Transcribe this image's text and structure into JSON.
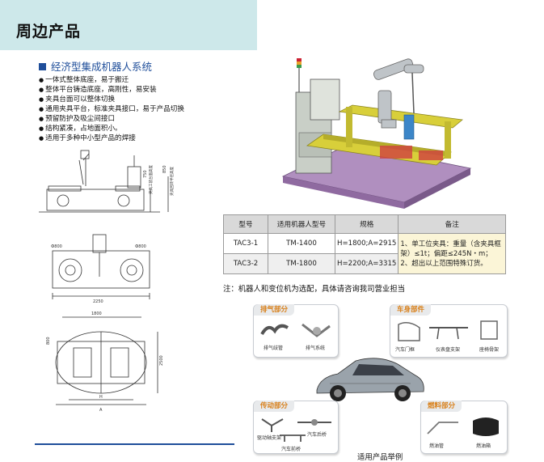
{
  "page": {
    "title": "周边产品"
  },
  "section": {
    "title": "经济型集成机器人系统"
  },
  "features": [
    "一体式整体底座，易于搬迁",
    "整体平台铸造底座，高刚性，易安装",
    "夹具台面可以整体切换",
    "通用夹具平台，标准夹具接口，易于产品切换",
    "预留防护及吸尘间接口",
    "结构紧凑，占地面积小。",
    "适用于多种中小型产品的焊接"
  ],
  "drawings": {
    "side": {
      "dim_1": "750",
      "dim_1_note": "夹具工装台面高度",
      "dim_2": "850",
      "dim_2_note": "夹具回转半径高度"
    },
    "top": {
      "dim_width": "2250",
      "dim_left": "Ф800",
      "dim_right": "Ф800"
    },
    "plan": {
      "dim_top": "1800",
      "dim_left": "800",
      "dim_right": "2500",
      "label_h": "H",
      "label_a": "A"
    }
  },
  "table": {
    "headers": [
      "型号",
      "适用机器人型号",
      "规格",
      "备注"
    ],
    "rows": [
      {
        "model": "TAC3-1",
        "robot": "TM-1400",
        "spec": "H=1800;A=2915"
      },
      {
        "model": "TAC3-2",
        "robot": "TM-1800",
        "spec": "H=2200;A=3315"
      }
    ],
    "note_line1": "1、单工位夹具：重量（含夹具框",
    "note_line2": "架）≤1t；偏距≤245N・m；",
    "note_line3": "2、超出以上范围特殊订货。"
  },
  "footnote": "注：机器人和变位机为选配，具体请咨询我司营业担当",
  "panels": {
    "exhaust": {
      "title": "排气部分",
      "items": [
        "排气歧管",
        "排气系统"
      ]
    },
    "body": {
      "title": "车身部件",
      "items": [
        "汽车门框",
        "仪表盘支架",
        "座椅骨架"
      ]
    },
    "drive": {
      "title": "传动部分",
      "items": [
        "驱动轴支架",
        "汽车后桥",
        "汽车前桥"
      ]
    },
    "fuel": {
      "title": "燃料部分",
      "items": [
        "燃油管",
        "燃油箱"
      ]
    }
  },
  "caption": "适用产品举例",
  "colors": {
    "header_band": "#cde8ea",
    "accent_blue": "#1f4e9a",
    "panel_title": "#d9801a",
    "note_bg": "#fbf5d7",
    "frame_yellow": "#d8cf3a"
  }
}
